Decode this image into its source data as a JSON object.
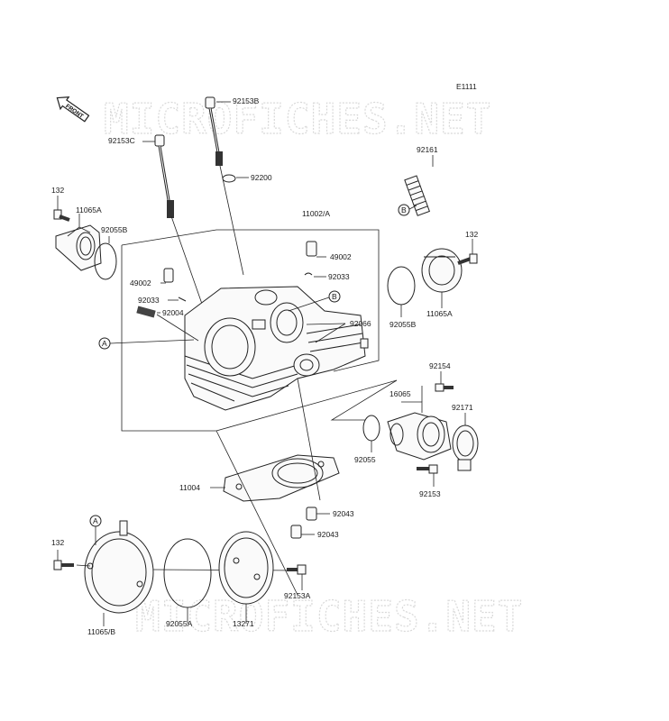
{
  "diagram": {
    "code": "E1111",
    "front_label": "FRONT",
    "watermark": "MICROFICHES.NET",
    "callouts": {
      "a": "A",
      "b": "B"
    },
    "parts": {
      "p92153B": "92153B",
      "p92153C": "92153C",
      "p92200": "92200",
      "p92161": "92161",
      "p132_top": "132",
      "p11065A_left": "11065A",
      "p92055B_left": "92055B",
      "p11002A": "11002/A",
      "p132_right": "132",
      "p49002_right": "49002",
      "p92033_right": "92033",
      "p49002_left": "49002",
      "p92033_left": "92033",
      "p92004": "92004",
      "p92055B_right": "92055B",
      "p11065A_right": "11065A",
      "p92066": "92066",
      "p92154": "92154",
      "p16065": "16065",
      "p92171": "92171",
      "p92055": "92055",
      "p92153": "92153",
      "p11004": "11004",
      "p92043_a": "92043",
      "p92043_b": "92043",
      "p132_bottom": "132",
      "p92153A": "92153A",
      "p11065B": "11065/B",
      "p92055A": "92055A",
      "p13271": "13271"
    }
  }
}
